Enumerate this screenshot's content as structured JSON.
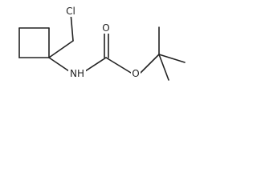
{
  "molecule": {
    "atoms": {
      "chlorine": "Cl",
      "nitrogen_hydrogen": "NH",
      "carbonyl_oxygen": "O",
      "ester_oxygen": "O"
    }
  }
}
